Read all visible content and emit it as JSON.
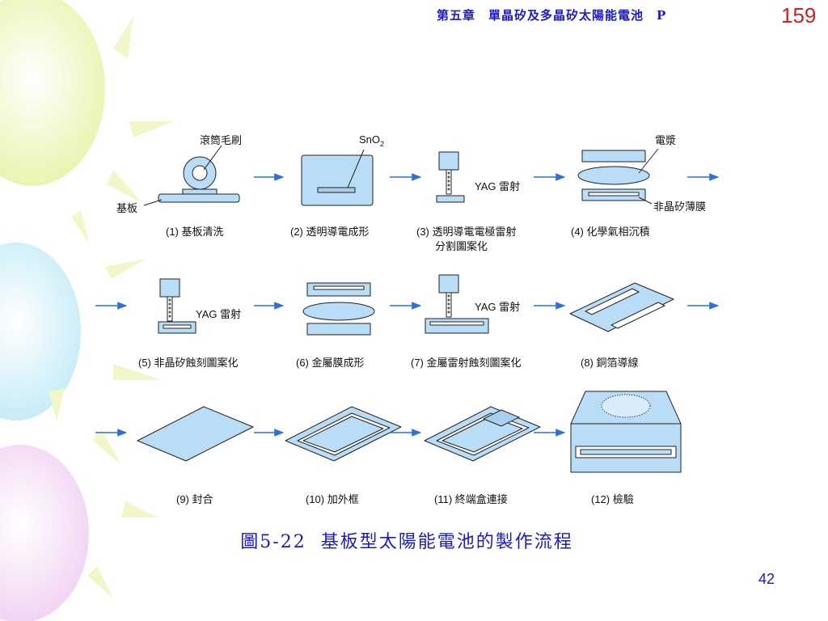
{
  "header": {
    "chapter": "第五章　單晶矽及多晶矽太陽能電池　P",
    "page_number": "159"
  },
  "caption": {
    "figure_no": "圖5-22",
    "title": "基板型太陽能電池的製作流程"
  },
  "slide_number": "42",
  "labels": {
    "roller_brush": "滾筒毛刷",
    "substrate": "基板",
    "sno2_base": "SnO",
    "sno2_sub": "2",
    "yag_laser": "YAG 雷射",
    "plasma": "電漿",
    "asi_film": "非晶矽薄膜"
  },
  "steps": [
    {
      "label": "(1) 基板清洗"
    },
    {
      "label": "(2) 透明導電成形"
    },
    {
      "label": "(3) 透明導電電極雷射",
      "label2": "分割圖案化"
    },
    {
      "label": "(4) 化學氣相沉積"
    },
    {
      "label": "(5) 非晶矽蝕刻圖案化"
    },
    {
      "label": "(6) 金屬膜成形"
    },
    {
      "label": "(7) 金屬雷射蝕刻圖案化"
    },
    {
      "label": "(8) 銅箔導線"
    },
    {
      "label": "(9) 封合"
    },
    {
      "label": "(10) 加外框"
    },
    {
      "label": "(11) 終端盒連接"
    },
    {
      "label": "(12) 檢驗"
    }
  ],
  "colors": {
    "fill": "#b9dcf7",
    "fill_dark": "#a8cfee",
    "stroke": "#222222",
    "arrow": "#2f6fdc",
    "caption": "#1a1acc",
    "page_number": "#cc2222"
  }
}
